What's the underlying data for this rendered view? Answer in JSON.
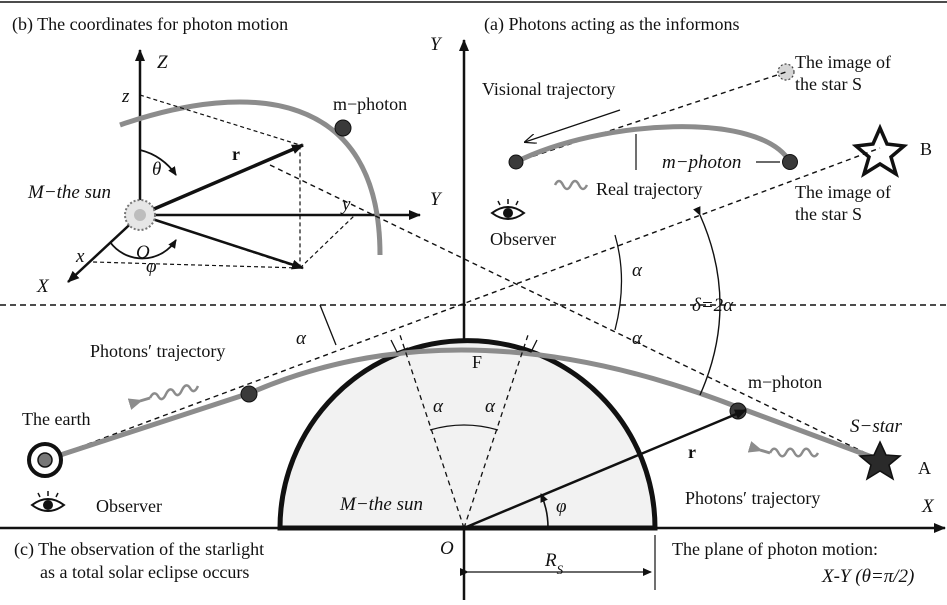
{
  "panel_b": {
    "title": "(b) The coordinates for photon motion",
    "axis_z": "Z",
    "axis_y": "Y",
    "axis_x": "X",
    "z_small": "z",
    "y_small": "y",
    "x_small": "x",
    "theta": "θ",
    "phi": "φ",
    "r": "r",
    "origin": "O",
    "sun": "M−the sun",
    "photon": "m−photon"
  },
  "panel_a": {
    "title": "(a) Photons acting as the informons",
    "axis_y": "Y",
    "image_top_1": "The image of",
    "image_top_2": "the star S",
    "visional": "Visional trajectory",
    "photon": "m−photon",
    "real": "Real trajectory",
    "observer": "Observer",
    "image_b_1": "The image of",
    "image_b_2": "the star S",
    "point_b": "B"
  },
  "panel_c": {
    "caption_1": "(c)  The observation of the starlight",
    "caption_2": "as a total solar eclipse occurs",
    "plane_1": "The plane of photon motion:",
    "plane_2": "X-Y (θ=π/2)",
    "earth": "The earth",
    "observer": "Observer",
    "photons_left": "Photons′ trajectory",
    "photons_right": "Photons′ trajectory",
    "sun": "M−the sun",
    "photon": "m−photon",
    "s_star": "S−star",
    "point_a": "A",
    "point_f": "F",
    "alpha": "α",
    "delta": "δ=2α",
    "r": "r",
    "phi": "φ",
    "origin": "O",
    "axis_x": "X",
    "radius": "R",
    "radius_sub": "S"
  },
  "colors": {
    "trajectory": "#8c8c8c",
    "sun_fill": "#f2f2f2",
    "dot": "#3a3a3a"
  }
}
